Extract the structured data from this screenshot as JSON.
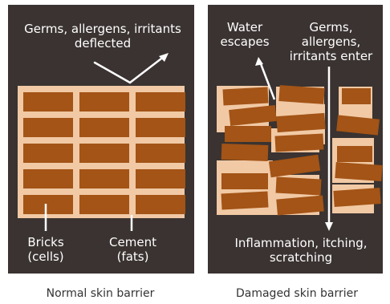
{
  "panels": [
    {
      "caption": "Normal skin barrier",
      "top_label": "Germs, allergens, irritants\ndeflected",
      "bricks_label": "Bricks\n(cells)",
      "cement_label": "Cement\n(fats)"
    },
    {
      "caption": "Damaged skin barrier",
      "water_label": "Water\nescapes",
      "germs_label": "Germs,\nallergens,\nirritants enter",
      "inflammation_label": "Inflammation, itching,\nscratching"
    }
  ],
  "colors": {
    "panel_bg": "#3a3331",
    "cement": "#f1c9a5",
    "brick": "#a35416",
    "text": "#ffffff"
  }
}
